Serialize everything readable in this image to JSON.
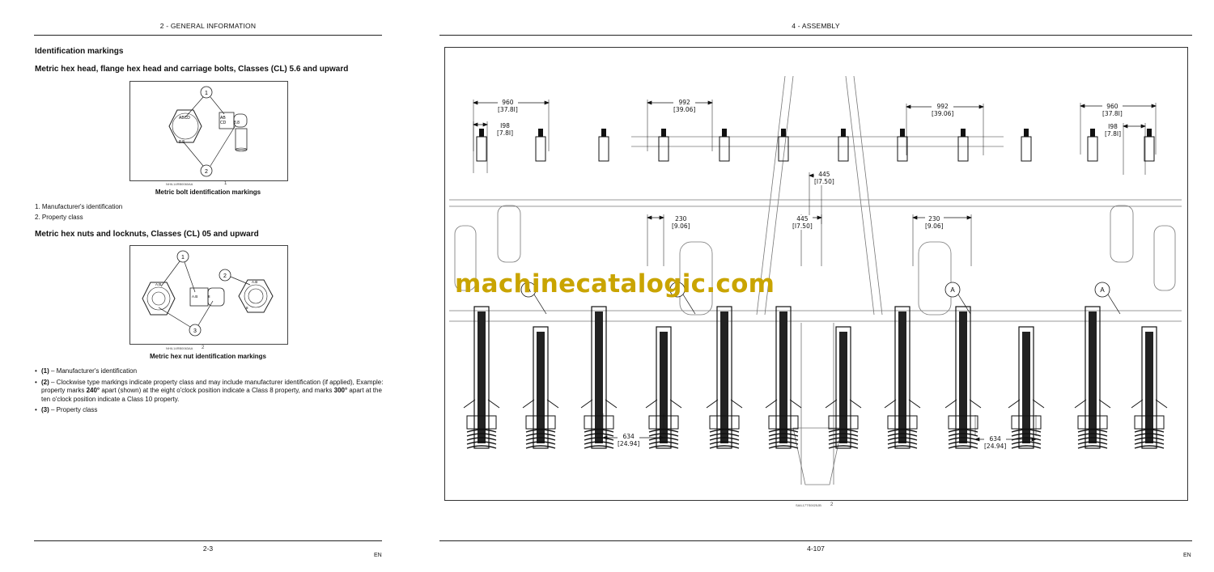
{
  "left_page": {
    "header": "2 - GENERAL INFORMATION",
    "section_title": "Identification markings",
    "subsection1": "Metric hex head, flange hex head and carriage bolts, Classes (CL) 5.6 and upward",
    "figure1": {
      "id": "NHIL14RB0060AA",
      "number": "1",
      "caption": "Metric bolt identification markings",
      "callouts": [
        "1",
        "2"
      ],
      "labels": [
        "ABCD",
        "AB",
        "CD",
        "8.8",
        "8.8"
      ]
    },
    "list1": [
      "1. Manufacturer's identification",
      "2. Property class"
    ],
    "subsection2": "Metric hex nuts and locknuts, Classes (CL) 05 and upward",
    "figure2": {
      "id": "NHIL14RB0063AA",
      "number": "2",
      "caption": "Metric hex nut identification markings",
      "callouts": [
        "1",
        "2",
        "3"
      ],
      "labels": [
        "A.B",
        "A.B",
        "8",
        "A.B",
        "8"
      ]
    },
    "bullets": [
      {
        "bold": "(1)",
        "text": " – Manufacturer's identification"
      },
      {
        "bold": "(2)",
        "text": " – Clockwise type markings indicate property class and may include manufacturer identification (if applied), Example: property marks ",
        "bold2": "240°",
        "text2": " apart (shown) at the eight o'clock position indicate a Class 8 property, and marks ",
        "bold3": "300°",
        "text3": " apart at the ten o'clock position indicate a Class 10 property."
      },
      {
        "bold": "(3)",
        "text": " – Property class"
      }
    ],
    "page_number": "2-3",
    "lang": "EN"
  },
  "right_page": {
    "header": "4 - ASSEMBLY",
    "figure": {
      "id": "SAIL17TS0025JB",
      "number": "2",
      "dimensions": [
        {
          "value": "960",
          "inch": "[37.8I]"
        },
        {
          "value": "I98",
          "inch": "[7.8I]"
        },
        {
          "value": "992",
          "inch": "[39.06]"
        },
        {
          "value": "445",
          "inch": "[I7.50]"
        },
        {
          "value": "230",
          "inch": "[9.06]"
        },
        {
          "value": "445",
          "inch": "[I7.50]"
        },
        {
          "value": "992",
          "inch": "[39.06]"
        },
        {
          "value": "230",
          "inch": "[9.06]"
        },
        {
          "value": "960",
          "inch": "[37.8I]"
        },
        {
          "value": "I98",
          "inch": "[7.8I]"
        },
        {
          "value": "634",
          "inch": "[24.94]"
        },
        {
          "value": "634",
          "inch": "[24.94]"
        }
      ],
      "detail_labels": [
        "A",
        "A",
        "A",
        "A"
      ]
    },
    "watermark": "machinecatalogic.com",
    "page_number": "4-107",
    "lang": "EN"
  },
  "colors": {
    "watermark": "#c9a400",
    "rule": "#222222",
    "drawing": "#111111"
  }
}
